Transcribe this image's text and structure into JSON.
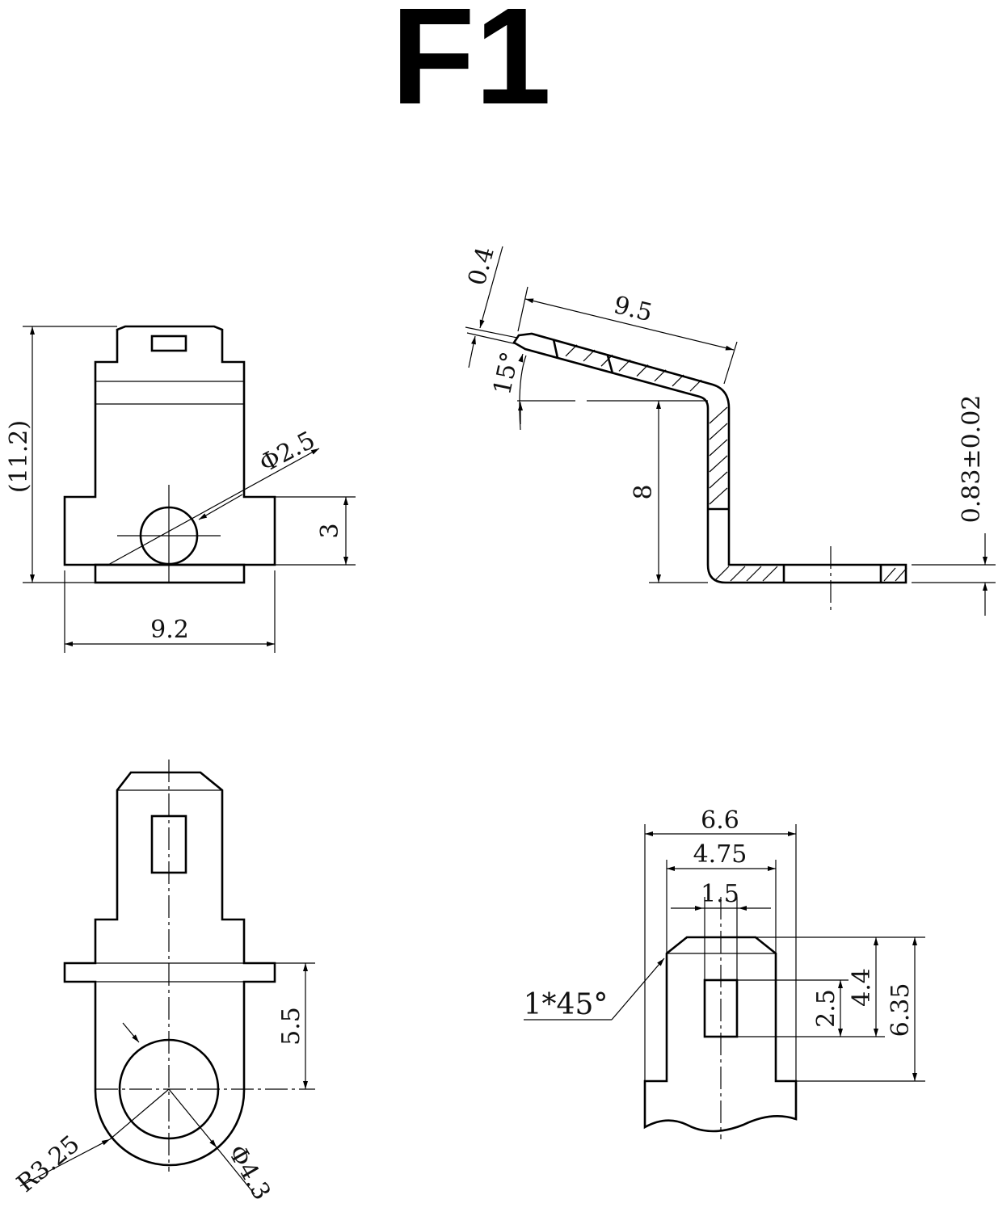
{
  "title": "F1",
  "front_view": {
    "height_ref": "(11.2)",
    "width": "9.2",
    "hole_dia": "Φ2.5",
    "hole_offset": "3"
  },
  "side_view": {
    "tip_thickness": "0.4",
    "upper_length": "9.5",
    "bend_angle": "15°",
    "vertical_height": "8",
    "material_thickness": "0.83±0.02"
  },
  "top_view": {
    "ring_offset": "5.5",
    "ring_radius": "R3.25",
    "hole_dia": "Φ4.3"
  },
  "tab_detail": {
    "width_outer": "6.6",
    "width_inner": "4.75",
    "slot_width": "1.5",
    "chamfer": "1*45°",
    "slot_length": "2.5",
    "slot_offset": "4.4",
    "tab_length": "6.35"
  }
}
